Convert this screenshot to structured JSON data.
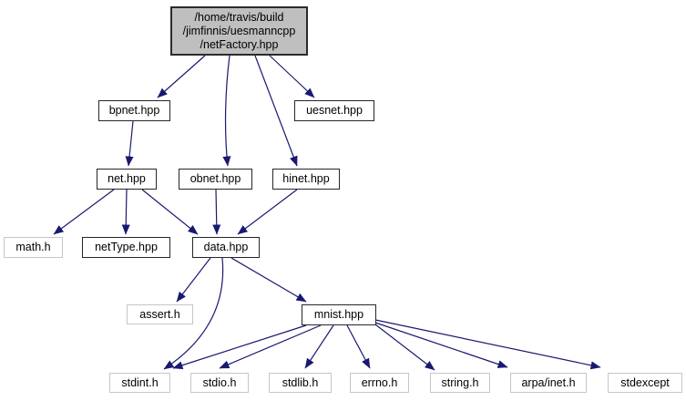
{
  "diagram": {
    "type": "include-dependency-graph",
    "root": {
      "lines": [
        "/home/travis/build",
        "/jimfinnis/uesmanncpp",
        "/netFactory.hpp"
      ]
    },
    "nodes": [
      {
        "id": "bpnet",
        "label": "bpnet.hpp",
        "kind": "internal"
      },
      {
        "id": "uesnet",
        "label": "uesnet.hpp",
        "kind": "internal"
      },
      {
        "id": "net",
        "label": "net.hpp",
        "kind": "internal"
      },
      {
        "id": "obnet",
        "label": "obnet.hpp",
        "kind": "internal"
      },
      {
        "id": "hinet",
        "label": "hinet.hpp",
        "kind": "internal"
      },
      {
        "id": "math",
        "label": "math.h",
        "kind": "external"
      },
      {
        "id": "nettype",
        "label": "netType.hpp",
        "kind": "internal"
      },
      {
        "id": "data",
        "label": "data.hpp",
        "kind": "internal"
      },
      {
        "id": "assert",
        "label": "assert.h",
        "kind": "external"
      },
      {
        "id": "mnist",
        "label": "mnist.hpp",
        "kind": "internal"
      },
      {
        "id": "stdint",
        "label": "stdint.h",
        "kind": "external"
      },
      {
        "id": "stdio",
        "label": "stdio.h",
        "kind": "external"
      },
      {
        "id": "stdlib",
        "label": "stdlib.h",
        "kind": "external"
      },
      {
        "id": "errno",
        "label": "errno.h",
        "kind": "external"
      },
      {
        "id": "string",
        "label": "string.h",
        "kind": "external"
      },
      {
        "id": "arpainet",
        "label": "arpa/inet.h",
        "kind": "external"
      },
      {
        "id": "stdexcept",
        "label": "stdexcept",
        "kind": "external"
      }
    ],
    "edges": [
      {
        "from": "netFactory.hpp",
        "to": "bpnet.hpp"
      },
      {
        "from": "netFactory.hpp",
        "to": "obnet.hpp"
      },
      {
        "from": "netFactory.hpp",
        "to": "hinet.hpp"
      },
      {
        "from": "netFactory.hpp",
        "to": "uesnet.hpp"
      },
      {
        "from": "bpnet.hpp",
        "to": "net.hpp"
      },
      {
        "from": "net.hpp",
        "to": "math.h"
      },
      {
        "from": "net.hpp",
        "to": "netType.hpp"
      },
      {
        "from": "net.hpp",
        "to": "data.hpp"
      },
      {
        "from": "obnet.hpp",
        "to": "data.hpp"
      },
      {
        "from": "hinet.hpp",
        "to": "data.hpp"
      },
      {
        "from": "data.hpp",
        "to": "assert.h"
      },
      {
        "from": "data.hpp",
        "to": "mnist.hpp"
      },
      {
        "from": "data.hpp",
        "to": "stdint.h"
      },
      {
        "from": "mnist.hpp",
        "to": "stdint.h"
      },
      {
        "from": "mnist.hpp",
        "to": "stdio.h"
      },
      {
        "from": "mnist.hpp",
        "to": "stdlib.h"
      },
      {
        "from": "mnist.hpp",
        "to": "errno.h"
      },
      {
        "from": "mnist.hpp",
        "to": "string.h"
      },
      {
        "from": "mnist.hpp",
        "to": "arpa/inet.h"
      },
      {
        "from": "mnist.hpp",
        "to": "stdexcept"
      }
    ],
    "colors": {
      "edge": "#191970",
      "root_fill": "#bfbfbf",
      "root_border": "#2b2b2b",
      "internal_border": "#262626",
      "external_border": "#c6c6c6",
      "text": "#000000"
    }
  }
}
